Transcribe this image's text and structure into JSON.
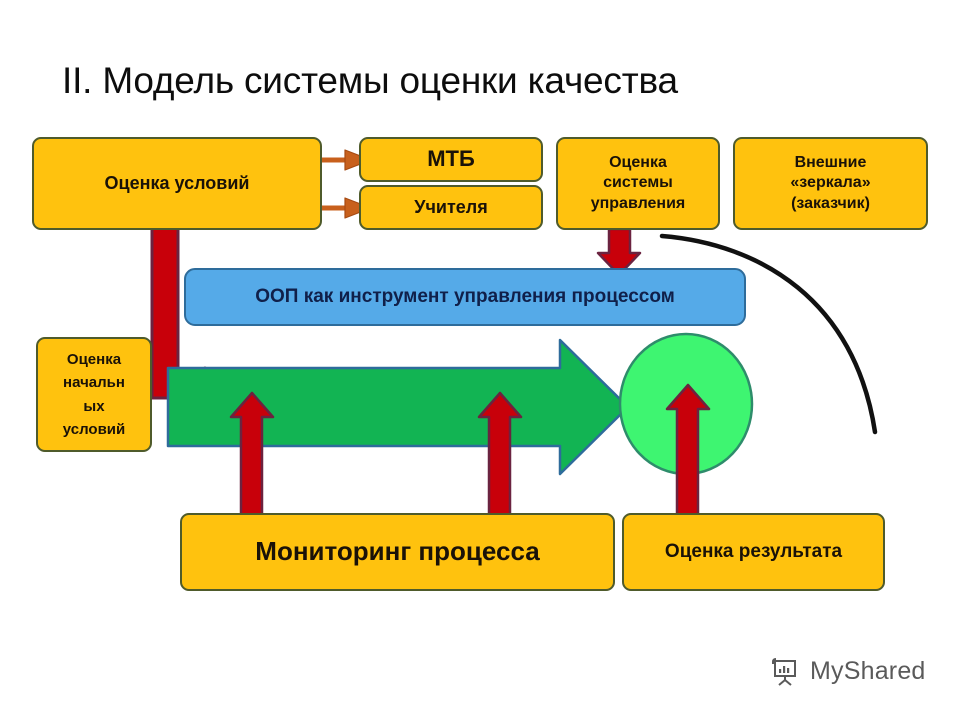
{
  "page": {
    "title": "II. Модель системы оценки качества",
    "watermark": "MyShared"
  },
  "colors": {
    "box_fill": "#FFC20E",
    "box_border": "#4F5B2B",
    "blue_fill": "#55AAE8",
    "blue_border": "#2E6C9B",
    "green_arrow": "#12B453",
    "green_arrow_border": "#2E6C9B",
    "ellipse_fill": "#3EF571",
    "ellipse_border": "#2E8C6B",
    "red_arrow": "#C8000A",
    "red_arrow_border": "#6B2340",
    "small_arrow": "#C8601C",
    "curve": "#111111",
    "title_text": "#0D0D0D",
    "watermark_text": "#5A5A5A"
  },
  "nodes": {
    "conditions_assessment": "Оценка условий",
    "mtb": "МТБ",
    "teachers": "Учителя",
    "management_system_assessment": "Оценка\nсистемы\nуправления",
    "external_mirrors": "Внешние\n«зеркала»\n(заказчик)",
    "oop_tool": "ООП как инструмент управления процессом",
    "initial_conditions": "Оценка\nначальн\nых\nусловий",
    "process_monitoring": "Мониторинг процесса",
    "result_assessment": "Оценка результата"
  },
  "connectors": [
    {
      "name": "conditions-to-mtb",
      "type": "small-right-arrow",
      "color": "#C8601C"
    },
    {
      "name": "conditions-to-teachers",
      "type": "small-right-arrow",
      "color": "#C8601C"
    },
    {
      "name": "conditions-to-process",
      "type": "red-elbow-arrow",
      "color": "#C8000A"
    },
    {
      "name": "management-to-oop",
      "type": "red-down-arrow",
      "color": "#C8000A"
    },
    {
      "name": "monitoring-to-process-left",
      "type": "red-up-arrow",
      "color": "#C8000A"
    },
    {
      "name": "monitoring-to-process-right",
      "type": "red-up-arrow",
      "color": "#C8000A"
    },
    {
      "name": "result-to-outcome",
      "type": "red-up-arrow",
      "color": "#C8000A"
    },
    {
      "name": "process-flow",
      "type": "green-block-arrow",
      "color": "#12B453"
    },
    {
      "name": "outcome",
      "type": "green-ellipse",
      "color": "#3EF571"
    },
    {
      "name": "feedback-curve",
      "type": "black-arc",
      "color": "#111111"
    }
  ]
}
